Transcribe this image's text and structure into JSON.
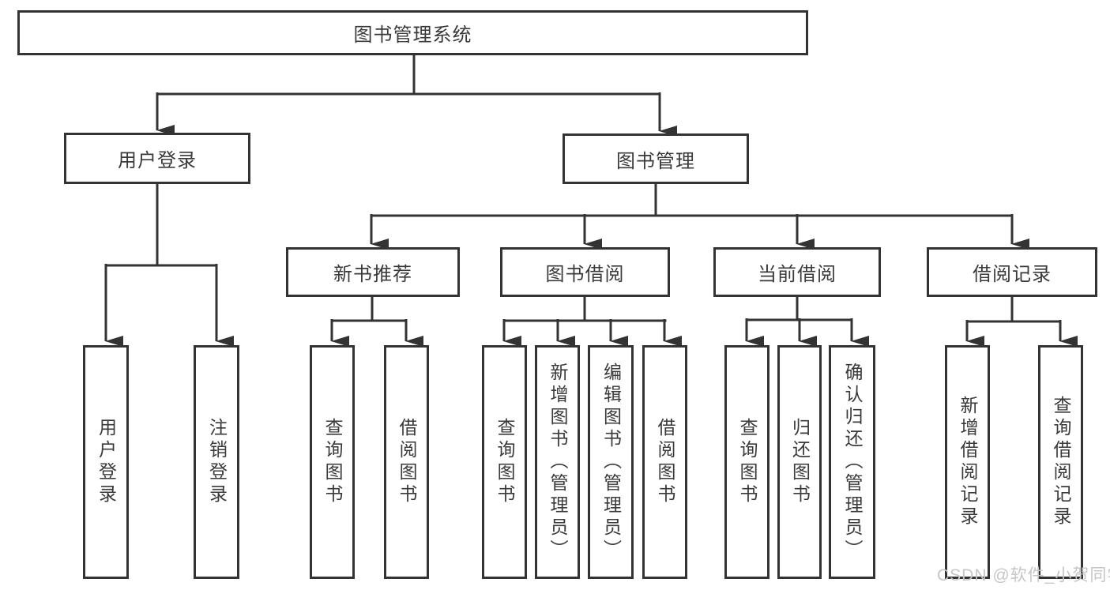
{
  "diagram": {
    "type": "tree",
    "title": "图书管理系统",
    "colors": {
      "line": "#333333",
      "text": "#3a3a3a",
      "box_background": "#ffffff",
      "watermark": "#c6c6c6"
    },
    "tree": {
      "root": {
        "label": "图书管理系统"
      },
      "user_login": {
        "label": "用户登录",
        "children": [
          {
            "label": "用户登录"
          },
          {
            "label": "注销登录"
          }
        ]
      },
      "book_management": {
        "label": "图书管理",
        "modules": [
          {
            "label": "新书推荐",
            "children": [
              {
                "label": "查询图书"
              },
              {
                "label": "借阅图书"
              }
            ]
          },
          {
            "label": "图书借阅",
            "children": [
              {
                "label": "查询图书"
              },
              {
                "label": "新增图书（管理员）"
              },
              {
                "label": "编辑图书（管理员）"
              },
              {
                "label": "借阅图书"
              }
            ]
          },
          {
            "label": "当前借阅",
            "children": [
              {
                "label": "查询图书"
              },
              {
                "label": "归还图书"
              },
              {
                "label": "确认归还（管理员）"
              }
            ]
          },
          {
            "label": "借阅记录",
            "children": [
              {
                "label": "新增借阅记录"
              },
              {
                "label": "查询借阅记录"
              }
            ]
          }
        ]
      }
    },
    "watermark": "CSDN @软件_小贺同学"
  }
}
